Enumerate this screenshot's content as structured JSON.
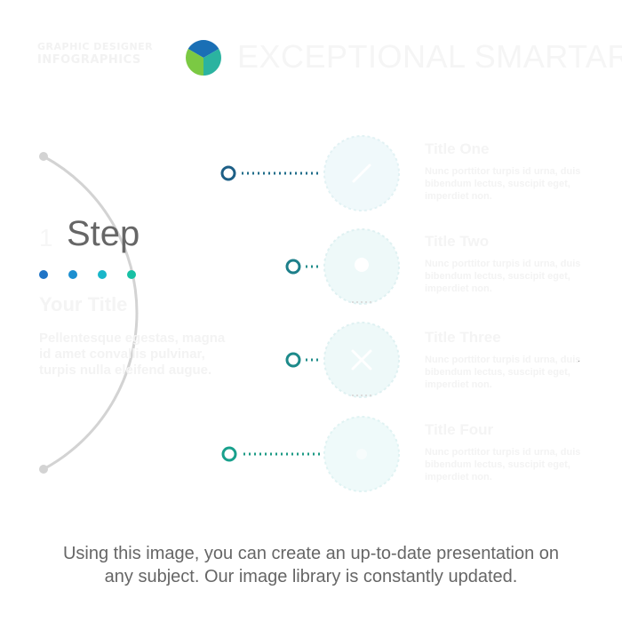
{
  "header": {
    "brand_line1": "GRAPHIC DESIGNER",
    "brand_line2": "INFOGRAPHICS",
    "headline": "EXCEPTIONAL SMARTART",
    "logo_colors": [
      "#1a6fb5",
      "#2bb3a0",
      "#7bc943"
    ]
  },
  "step": {
    "number": "1",
    "label": "Step",
    "dot_colors": [
      "#1f74c6",
      "#1c8fd0",
      "#19b6c9",
      "#18c0a4"
    ],
    "title": "Your Title",
    "description": "Pellentesque egestas, magna id amet convallis pulvinar, turpis nulla eleifend augue."
  },
  "items": [
    {
      "title": "Title One",
      "description": "Nunc porttitor turpis id urna, duis bibendum lectus, suscipit eget, imperdiet non.",
      "icon": "pencil-icon"
    },
    {
      "title": "Title Two",
      "description": "Nunc porttitor turpis id urna, duis bibendum lectus, suscipit eget, imperdiet non.",
      "icon": "gear-icon"
    },
    {
      "title": "Title Three",
      "description": "Nunc porttitor turpis id urna, duis bibendum lectus, suscipit eget, imperdiet non.",
      "icon": "tools-icon"
    },
    {
      "title": "Title Four",
      "description": "Nunc porttitor turpis id urna, duis bibendum lectus, suscipit eget, imperdiet non.",
      "icon": "target-icon"
    }
  ],
  "footer": {
    "line1": "Using this image, you can create an up-to-date presentation on",
    "line2": "any subject. Our image library is constantly updated."
  },
  "stray_mark": "."
}
